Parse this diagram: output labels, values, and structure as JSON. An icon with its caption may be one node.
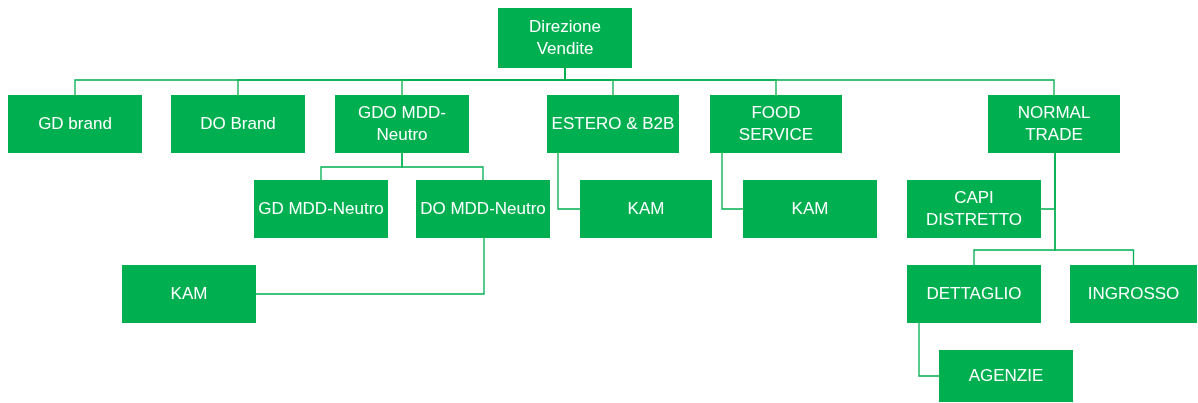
{
  "diagram": {
    "nodes": [
      {
        "text": [
          "Direzione Vendite"
        ]
      },
      {
        "text": [
          "GD brand"
        ]
      },
      {
        "text": [
          "DO Brand"
        ]
      },
      {
        "text": [
          "GDO MDD-Neutro"
        ]
      },
      {
        "text": [
          "ESTERO & B2B"
        ]
      },
      {
        "text": [
          "FOOD SERVICE"
        ]
      },
      {
        "text": [
          "NORMAL TRADE"
        ]
      },
      {
        "text": [
          "GD MDD-Neutro"
        ]
      },
      {
        "text": [
          "DO MDD-Neutro"
        ]
      },
      {
        "text": [
          "KAM"
        ]
      },
      {
        "text": [
          "KAM"
        ]
      },
      {
        "text": [
          "CAPI DISTRETTO"
        ]
      },
      {
        "text": [
          "KAM"
        ]
      },
      {
        "text": [
          "DETTAGLIO"
        ]
      },
      {
        "text": [
          "INGROSSO"
        ]
      },
      {
        "text": [
          "AGENZIE"
        ]
      }
    ],
    "edges": [
      {
        "from": 0,
        "to": 1,
        "arrow": "none"
      },
      {
        "from": 0,
        "to": 2,
        "arrow": "none"
      },
      {
        "from": 0,
        "to": 3,
        "arrow": "none"
      },
      {
        "from": 0,
        "to": 4,
        "arrow": "none"
      },
      {
        "from": 0,
        "to": 5,
        "arrow": "none"
      },
      {
        "from": 0,
        "to": 6,
        "arrow": "none"
      },
      {
        "from": 3,
        "to": 7,
        "arrow": "none"
      },
      {
        "from": 3,
        "to": 8,
        "arrow": "none"
      },
      {
        "from": 8,
        "to": 12,
        "arrow": "none"
      },
      {
        "from": 4,
        "to": 9,
        "arrow": "none"
      },
      {
        "from": 5,
        "to": 10,
        "arrow": "none"
      },
      {
        "from": 6,
        "to": 11,
        "arrow": "none"
      },
      {
        "from": 6,
        "to": 13,
        "arrow": "none"
      },
      {
        "from": 6,
        "to": 14,
        "arrow": "none"
      },
      {
        "from": 13,
        "to": 15,
        "arrow": "none"
      }
    ]
  }
}
